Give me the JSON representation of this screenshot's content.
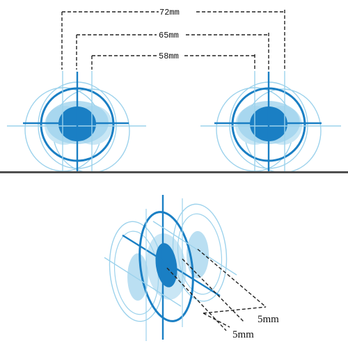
{
  "dimensions": {
    "outer": "72mm",
    "middle": "65mm",
    "inner": "58mm"
  },
  "offsets": {
    "first": "5mm",
    "second": "5mm"
  },
  "colors": {
    "primary_blue": "#1a7fc4",
    "light_blue": "#9cd2ec",
    "pale_blue": "#c9e7f5",
    "dash_line": "#222222",
    "divider": "#505050"
  }
}
